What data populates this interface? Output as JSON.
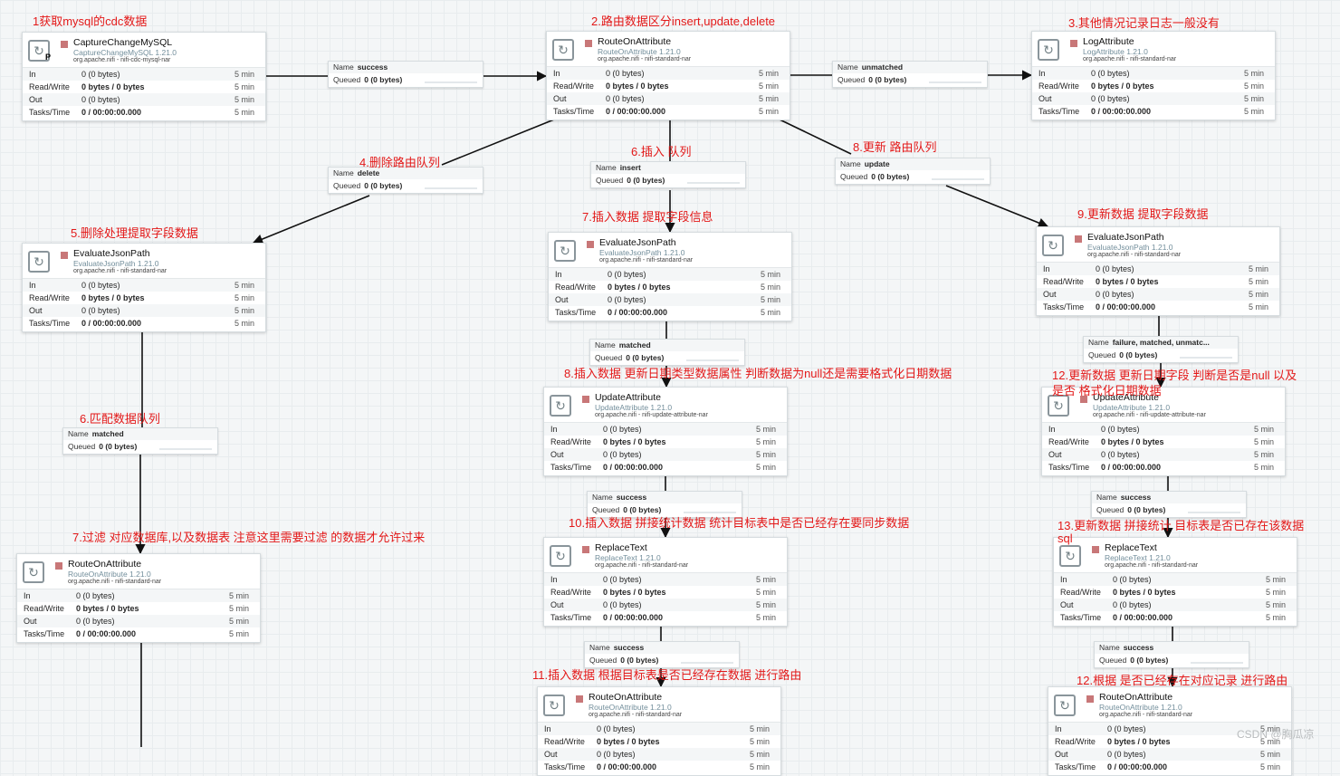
{
  "annotations": [
    "1获取mysql的cdc数据",
    "2.路由数据区分insert,update,delete",
    "3.其他情况记录日志一般没有",
    "4.删除路由队列",
    "6.插入 队列",
    "8.更新 路由队列",
    "5.删除处理提取字段数据",
    "7.插入数据  提取字段信息",
    "9.更新数据  提取字段数据",
    "8.插入数据 更新日期类型数据属性  判断数据为null还是需要格式化日期数据",
    "12.更新数据 更新日期字段 判断是否是null 以及",
    "是否 格式化日期数据",
    "6.匹配数据队列",
    "7.过滤 对应数据库,以及数据表  注意这里需要过滤 的数据才允许过来",
    "10.插入数据 拼接统计数据 统计目标表中是否已经存在要同步数据",
    "13.更新数据 拼接统计 目标表是否已存在该数据",
    "sql",
    "11.插入数据 根据目标表是否已经存在数据  进行路由",
    "12.根据 是否已经存在对应记录  进行路由"
  ],
  "stat_labels": {
    "in": "In",
    "rw": "Read/Write",
    "out": "Out",
    "tasks": "Tasks/Time"
  },
  "stat_values": {
    "in": "0 (0 bytes)",
    "rw": "0 bytes / 0 bytes",
    "out": "0 (0 bytes)",
    "tasks": "0 / 00:00:00.000",
    "window": "5 min"
  },
  "conn_labels": {
    "name": "Name",
    "queued": "Queued",
    "queued_value": "0 (0 bytes)"
  },
  "processors": [
    {
      "name": "CaptureChangeMySQL",
      "version": "CaptureChangeMySQL 1.21.0",
      "bundle": "org.apache.nifi - nifi-cdc-mysql-nar",
      "label": "P"
    },
    {
      "name": "RouteOnAttribute",
      "version": "RouteOnAttribute 1.21.0",
      "bundle": "org.apache.nifi - nifi-standard-nar"
    },
    {
      "name": "LogAttribute",
      "version": "LogAttribute 1.21.0",
      "bundle": "org.apache.nifi - nifi-standard-nar"
    },
    {
      "name": "EvaluateJsonPath",
      "version": "EvaluateJsonPath 1.21.0",
      "bundle": "org.apache.nifi - nifi-standard-nar"
    },
    {
      "name": "EvaluateJsonPath",
      "version": "EvaluateJsonPath 1.21.0",
      "bundle": "org.apache.nifi - nifi-standard-nar"
    },
    {
      "name": "EvaluateJsonPath",
      "version": "EvaluateJsonPath 1.21.0",
      "bundle": "org.apache.nifi - nifi-standard-nar"
    },
    {
      "name": "UpdateAttribute",
      "version": "UpdateAttribute 1.21.0",
      "bundle": "org.apache.nifi - nifi-update-attribute-nar"
    },
    {
      "name": "UpdateAttribute",
      "version": "UpdateAttribute 1.21.0",
      "bundle": "org.apache.nifi - nifi-update-attribute-nar"
    },
    {
      "name": "RouteOnAttribute",
      "version": "RouteOnAttribute 1.21.0",
      "bundle": "org.apache.nifi - nifi-standard-nar"
    },
    {
      "name": "ReplaceText",
      "version": "ReplaceText 1.21.0",
      "bundle": "org.apache.nifi - nifi-standard-nar"
    },
    {
      "name": "ReplaceText",
      "version": "ReplaceText 1.21.0",
      "bundle": "org.apache.nifi - nifi-standard-nar"
    },
    {
      "name": "RouteOnAttribute",
      "version": "RouteOnAttribute 1.21.0",
      "bundle": "org.apache.nifi - nifi-standard-nar"
    },
    {
      "name": "RouteOnAttribute",
      "version": "RouteOnAttribute 1.21.0",
      "bundle": "org.apache.nifi - nifi-standard-nar"
    }
  ],
  "connections": [
    {
      "name": "success"
    },
    {
      "name": "unmatched"
    },
    {
      "name": "delete"
    },
    {
      "name": "insert"
    },
    {
      "name": "update"
    },
    {
      "name": "matched"
    },
    {
      "name": "failure, matched, unmatc..."
    },
    {
      "name": "matched"
    },
    {
      "name": "success"
    },
    {
      "name": "success"
    },
    {
      "name": "success"
    },
    {
      "name": "success"
    }
  ],
  "watermark": "CSDN @胸瓜凉"
}
